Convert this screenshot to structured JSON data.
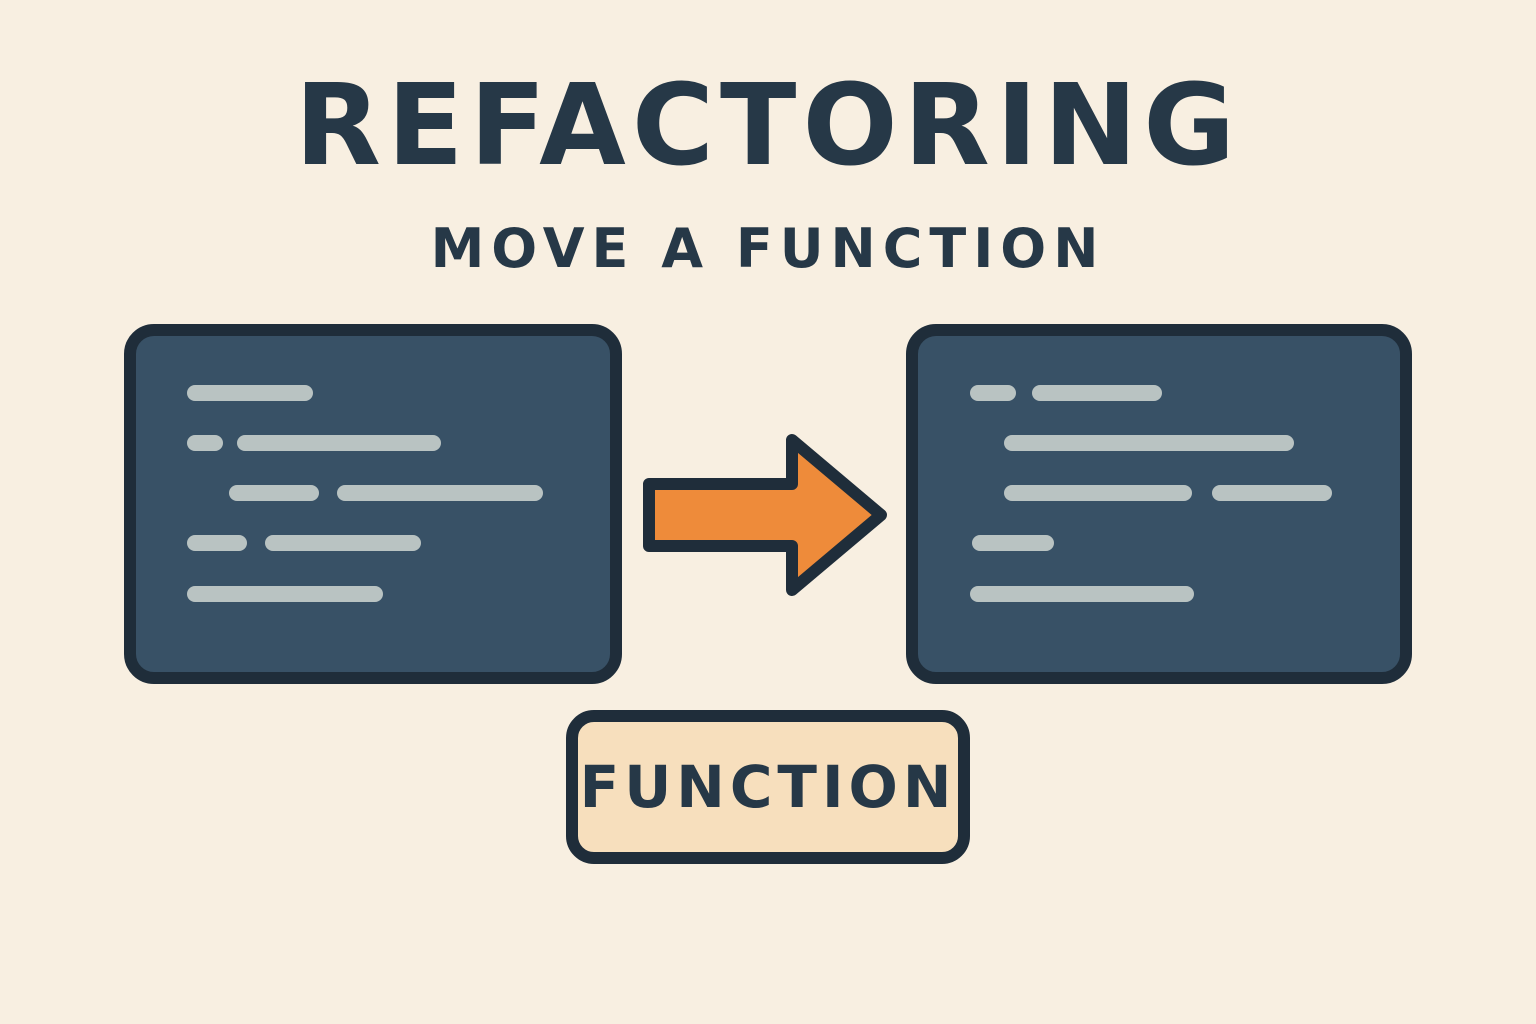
{
  "title": "REFACTORING",
  "subtitle": "MOVE A FUNCTION",
  "function_label": "FUNCTION",
  "colors": {
    "background": "#f8efe1",
    "text": "#263847",
    "panel_fill": "#385166",
    "outline": "#1f2d3a",
    "code_line": "#b9c3c2",
    "arrow_fill": "#ee8b3a",
    "label_fill": "#f7dfbd"
  },
  "icons": {
    "left_panel": "code-block-icon",
    "right_panel": "code-block-icon",
    "arrow": "arrow-right-icon"
  }
}
